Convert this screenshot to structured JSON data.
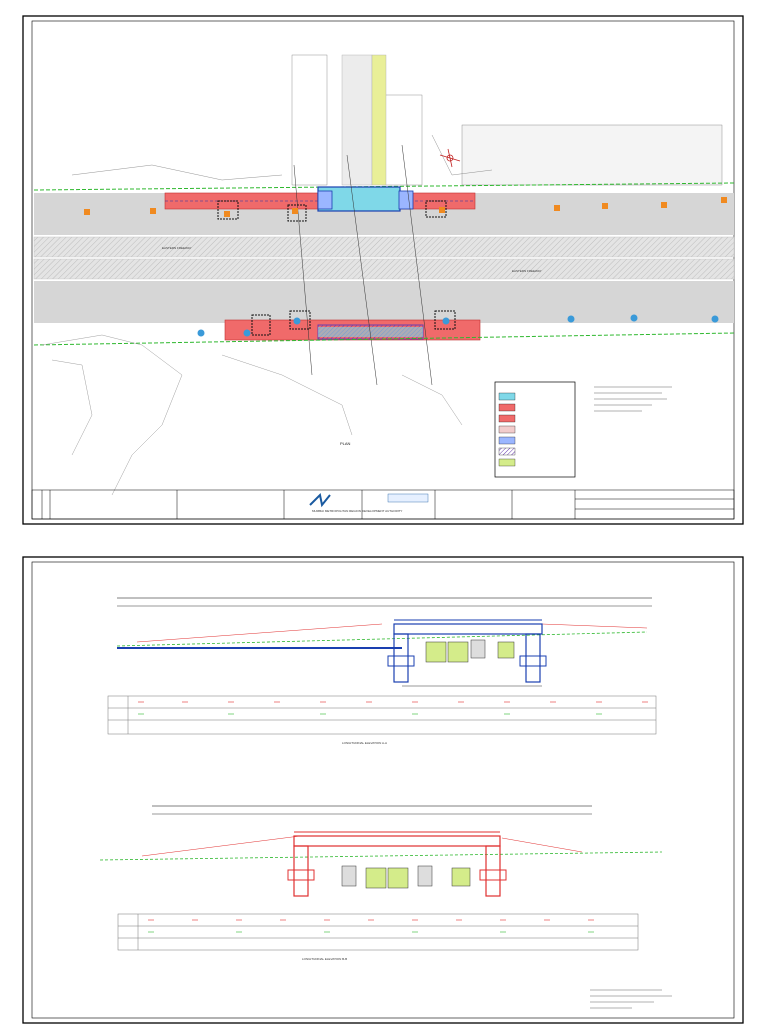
{
  "sheets": [
    {
      "title": "PLAN",
      "road_labels": [
        "EASTERN FREEWAY",
        "EASTERN FREEWAY"
      ],
      "title_block": {
        "authority": "MUMBAI METROPOLITAN REGION DEVELOPMENT AUTHORITY"
      }
    },
    {
      "elevation_titles": [
        "LONGITUDINAL ELEVATION A-A",
        "LONGITUDINAL ELEVATION B-B"
      ]
    }
  ],
  "colors": {
    "foot_over_bridge": "#f06a6a",
    "concourse": "#7fd8e8",
    "stair_fill": "#9bb6ff",
    "ramp_hatch": "#b47be0",
    "green_lift": "#d4ec8a",
    "gray_road": "#d6d6d6",
    "orange_tree": "#f08a20",
    "blue_tree": "#3a9ad9",
    "existing_line": "#2fb82f"
  }
}
